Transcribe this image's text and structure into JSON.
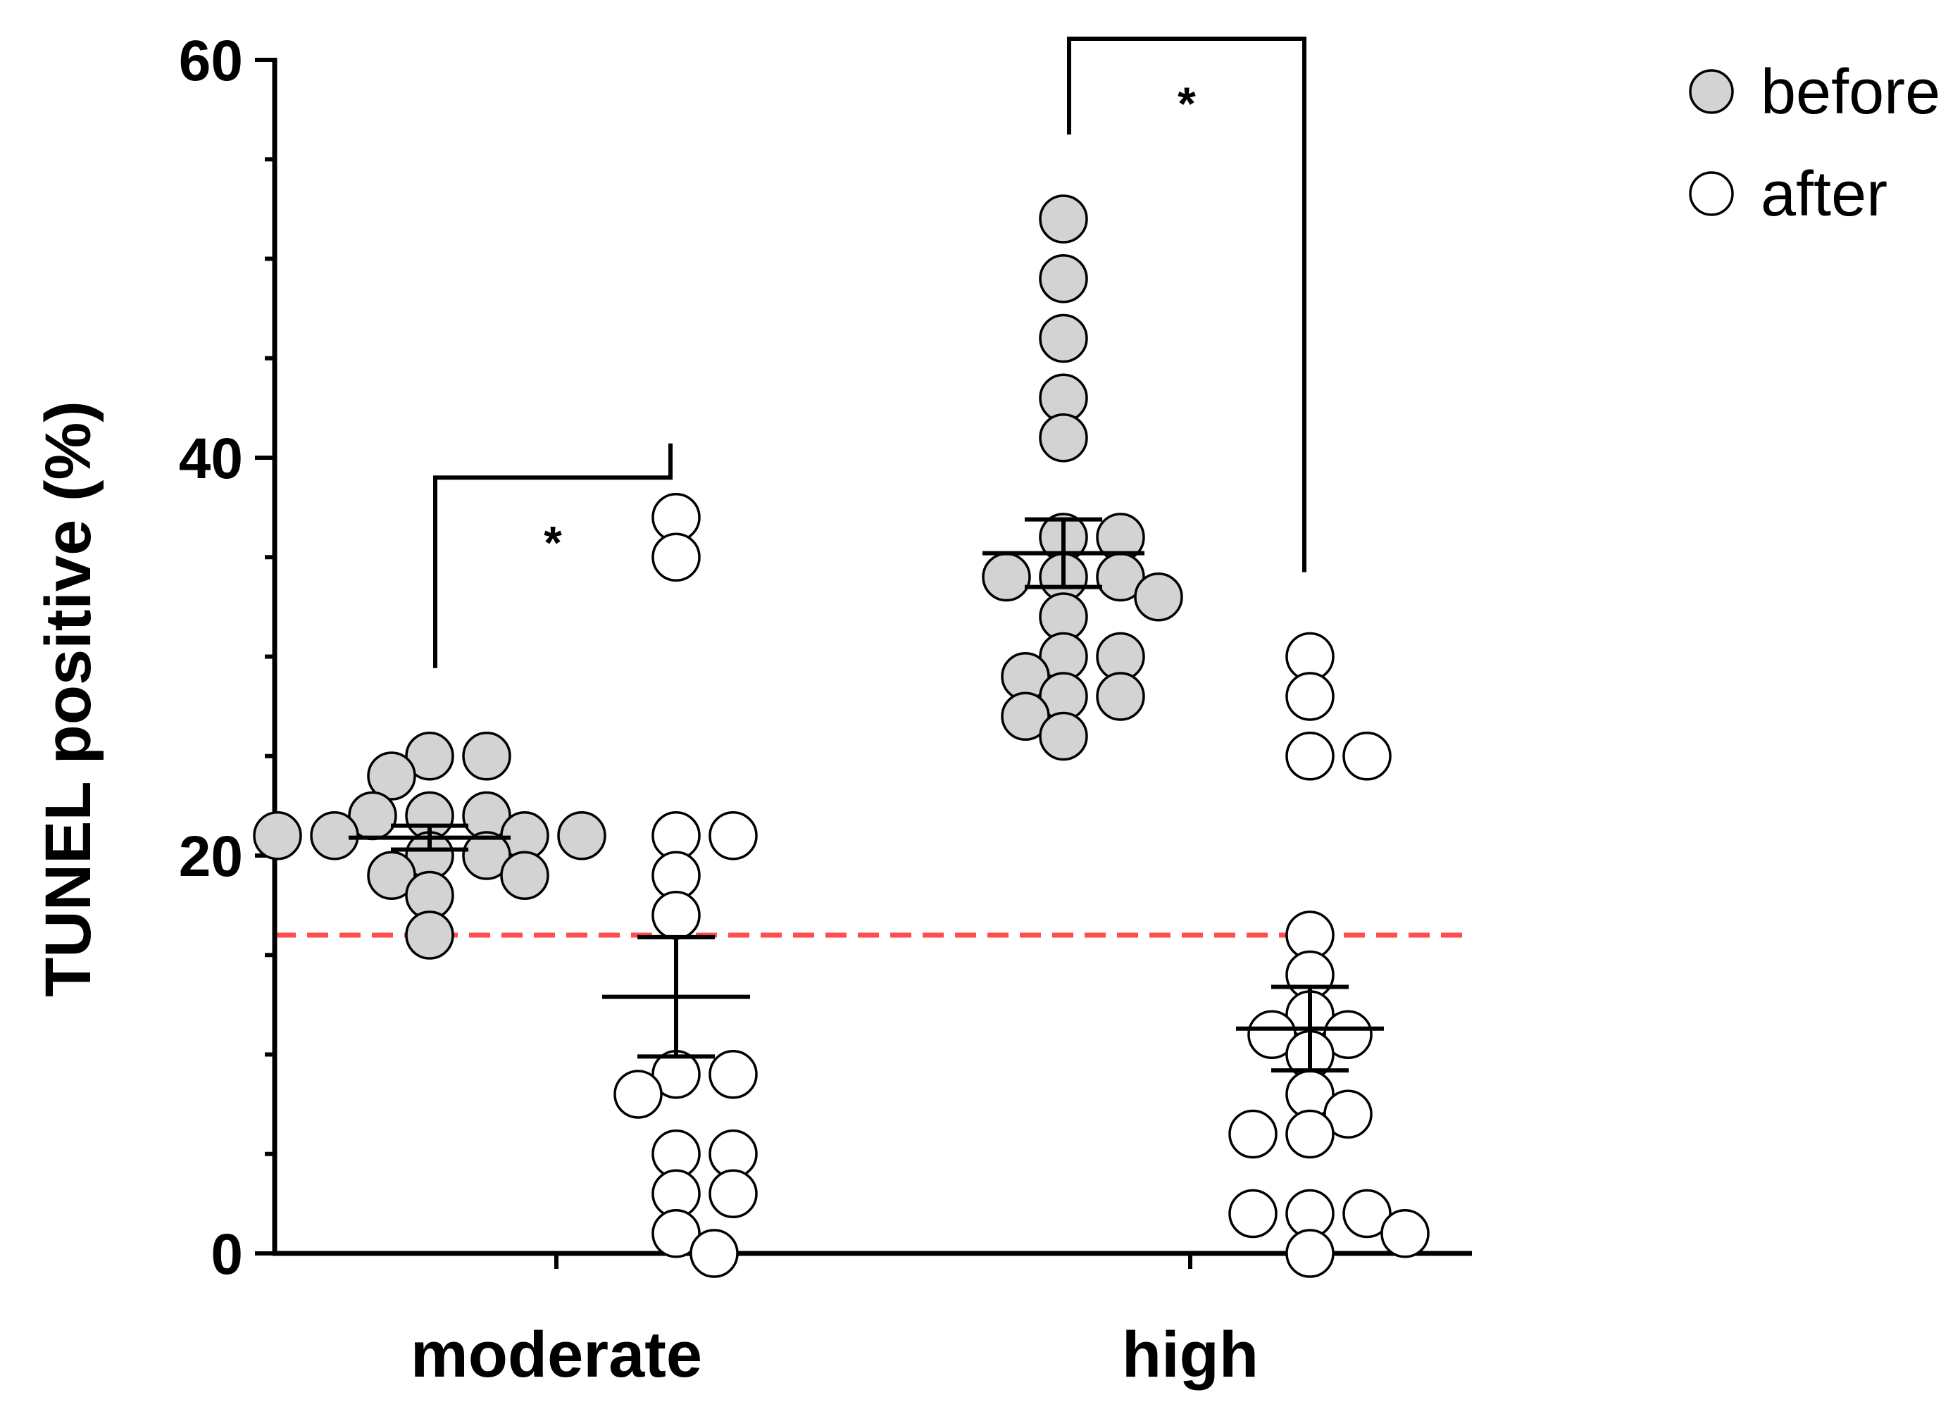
{
  "chart_data": {
    "type": "scatter",
    "title": "",
    "xlabel": "",
    "ylabel": "TUNEL positive (%)",
    "ylim": [
      0,
      60
    ],
    "yticks": [
      "0",
      "20",
      "40",
      "60"
    ],
    "categories": [
      "moderate",
      "high"
    ],
    "grid": false,
    "legend_position": "top-right",
    "reference_line": {
      "y": 16,
      "style": "dashed",
      "color": "#ff4d4d"
    },
    "series": [
      {
        "name": "before",
        "fill": "#d3d3d3",
        "groups": [
          {
            "category": "moderate",
            "values": [
              25,
              25,
              24,
              22,
              22,
              22,
              21,
              21,
              21,
              21,
              20,
              20,
              19,
              19,
              18,
              16
            ],
            "mean": 20.9,
            "sem_low": 20.3,
            "sem_high": 21.5
          },
          {
            "category": "high",
            "values": [
              52,
              49,
              46,
              43,
              41,
              36,
              36,
              34,
              34,
              34,
              33,
              32,
              30,
              30,
              29,
              28,
              28,
              27,
              26
            ],
            "mean": 35.2,
            "sem_low": 33.5,
            "sem_high": 36.9
          }
        ]
      },
      {
        "name": "after",
        "fill": "#ffffff",
        "groups": [
          {
            "category": "moderate",
            "values": [
              37,
              35,
              21,
              21,
              19,
              17,
              9,
              9,
              8,
              5,
              5,
              3,
              3,
              1,
              0
            ],
            "mean": 12.9,
            "sem_low": 9.9,
            "sem_high": 15.9
          },
          {
            "category": "high",
            "values": [
              30,
              28,
              25,
              25,
              16,
              14,
              12,
              11,
              11,
              10,
              8,
              7,
              6,
              6,
              2,
              2,
              2,
              1,
              0
            ],
            "mean": 11.3,
            "sem_low": 9.2,
            "sem_high": 13.4
          }
        ]
      }
    ],
    "significance": [
      {
        "category": "moderate",
        "label": "*"
      },
      {
        "category": "high",
        "label": "*"
      }
    ]
  }
}
